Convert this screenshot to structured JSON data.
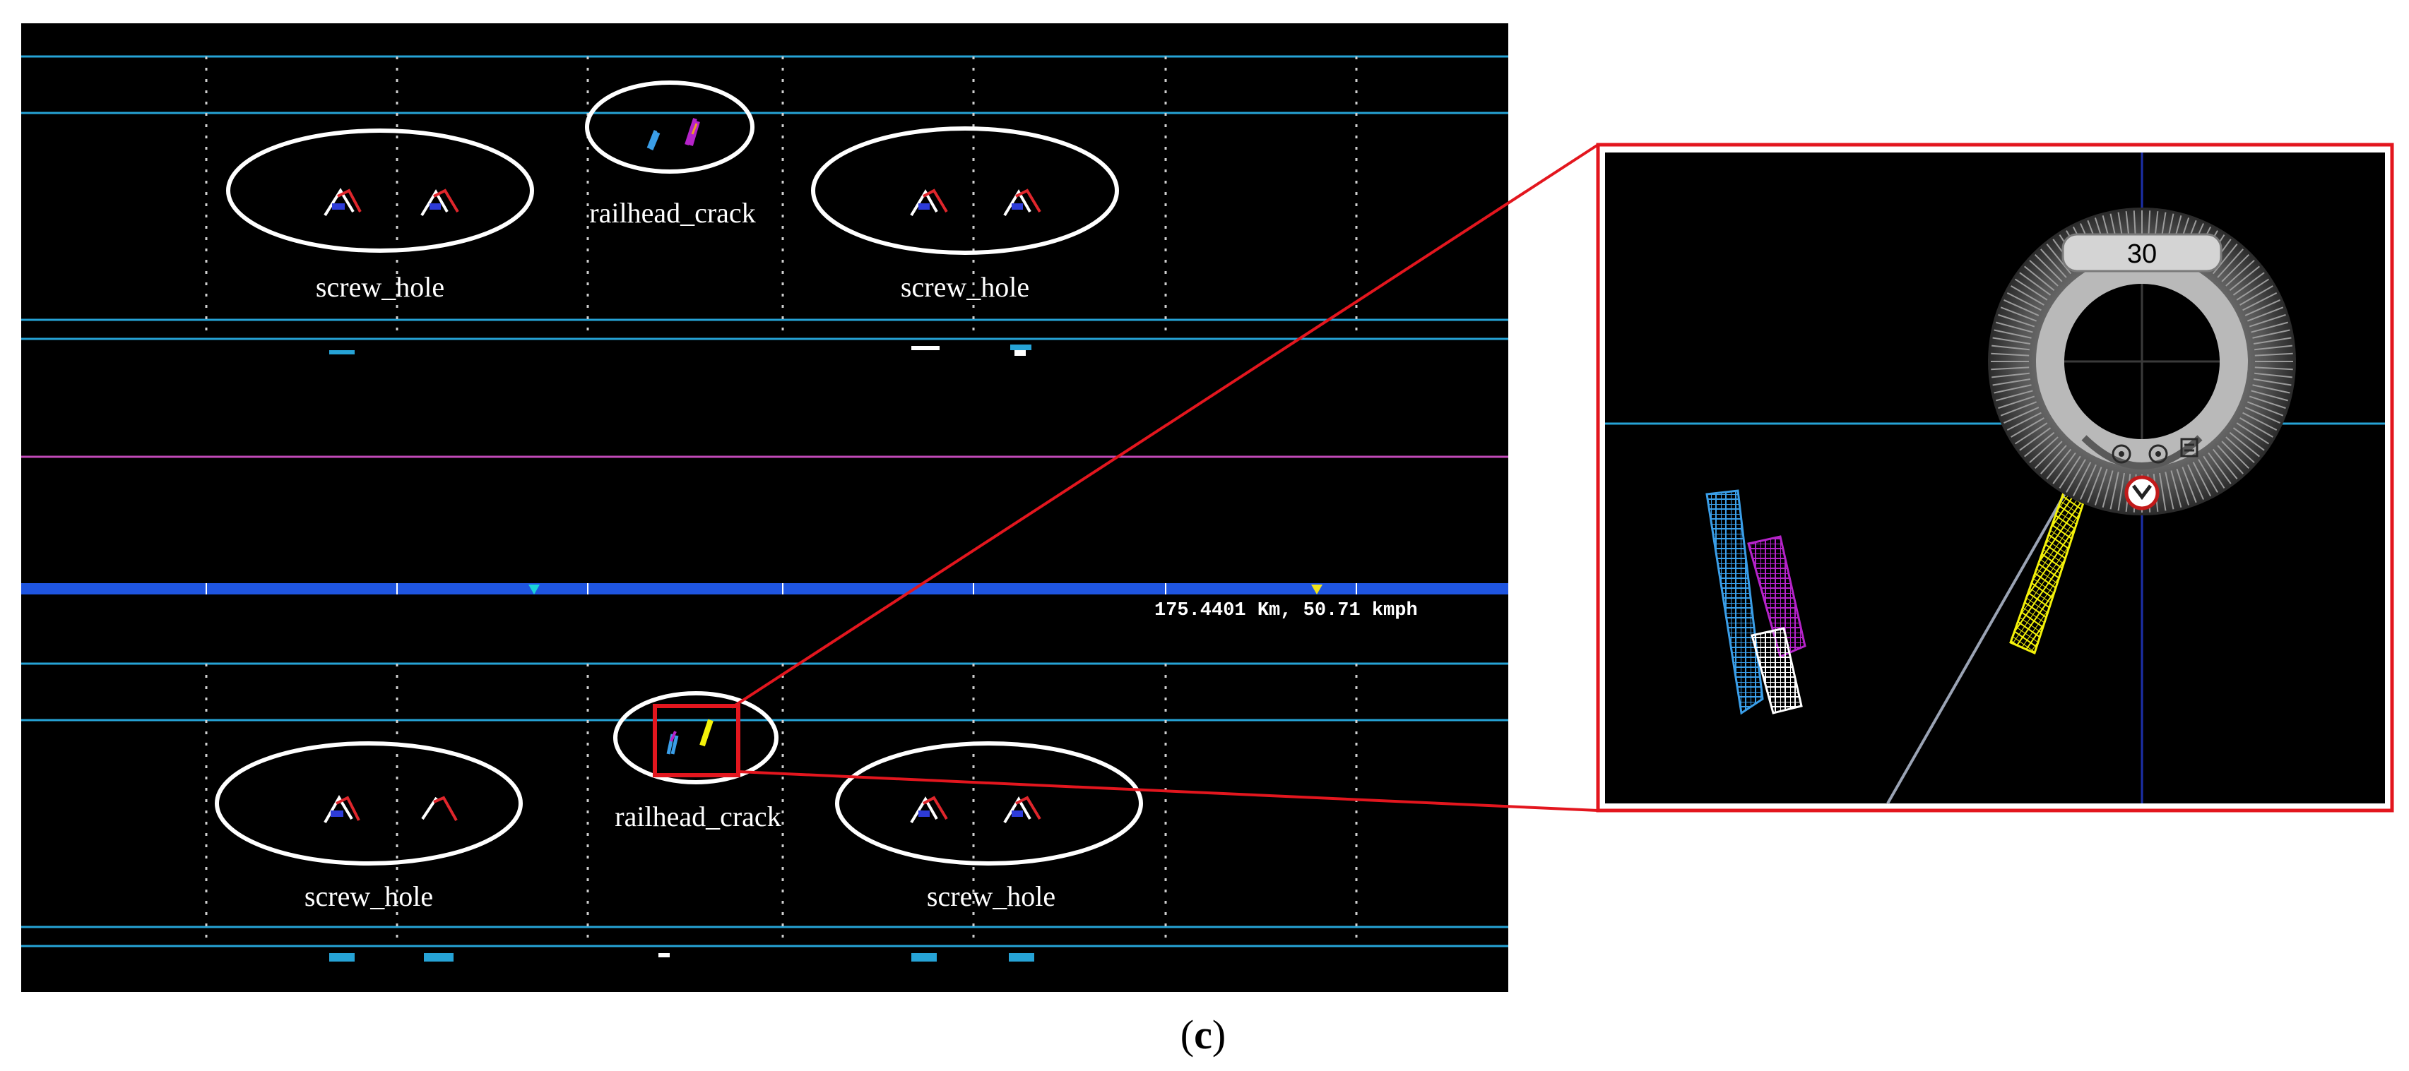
{
  "labels": {
    "top": {
      "left": "screw_hole",
      "center": "railhead_crack",
      "right": "screw_hole"
    },
    "bottom": {
      "left": "screw_hole",
      "center": "railhead_crack",
      "right": "screw_hole"
    }
  },
  "status_readout": "175.4401 Km, 50.71 kmph",
  "zoom_dial": {
    "value": "30"
  },
  "caption": {
    "open": "(",
    "letter": "c",
    "close": ")"
  },
  "colors": {
    "background": "#000000",
    "scan_line": "#26a3d6",
    "divider": "#c24ab8",
    "progress_bar": "#1f55e0",
    "annotation_ellipse": "#ffffff",
    "zoom_box": "#e3161e",
    "echo_yellow": "#f4f20a",
    "echo_blue": "#3a9ee8",
    "echo_magenta": "#b523c9"
  },
  "icons": [
    "crosshair-icon",
    "target-icon",
    "menu-icon",
    "close-icon",
    "marker-triangle-icon"
  ]
}
